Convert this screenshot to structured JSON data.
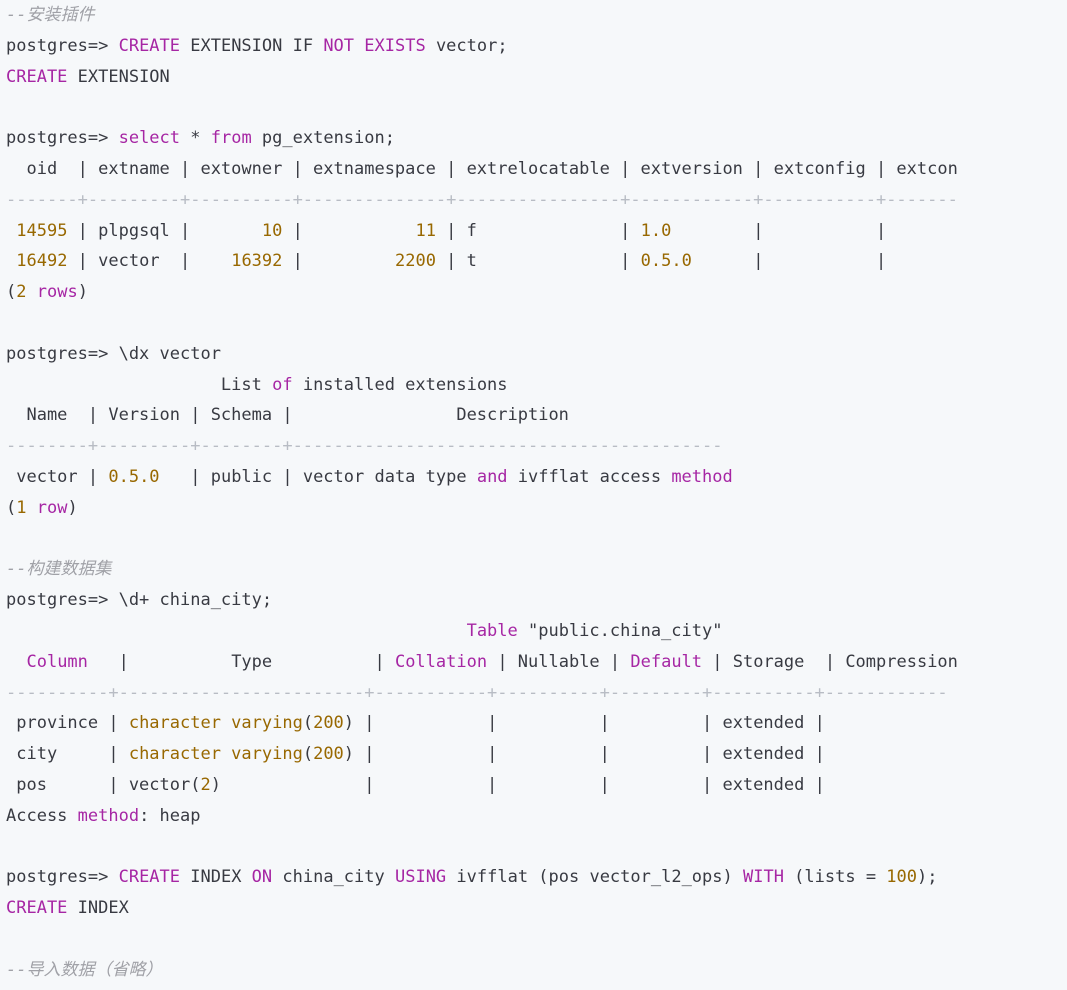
{
  "lines": [
    [
      {
        "t": "--安装插件",
        "c": "c"
      }
    ],
    [
      {
        "t": "postgres=> "
      },
      {
        "t": "CREATE",
        "c": "k"
      },
      {
        "t": " EXTENSION IF "
      },
      {
        "t": "NOT",
        "c": "k"
      },
      {
        "t": " "
      },
      {
        "t": "EXISTS",
        "c": "k"
      },
      {
        "t": " vector;"
      }
    ],
    [
      {
        "t": "CREATE",
        "c": "k"
      },
      {
        "t": " EXTENSION"
      }
    ],
    [],
    [
      {
        "t": "postgres=> "
      },
      {
        "t": "select",
        "c": "k"
      },
      {
        "t": " * "
      },
      {
        "t": "from",
        "c": "k"
      },
      {
        "t": " pg_extension;"
      }
    ],
    [
      {
        "t": "  oid  | extname | extowner | extnamespace | extrelocatable | extversion | extconfig | extcon"
      }
    ],
    [
      {
        "t": "-------+---------+----------+--------------+----------------+------------+-----------+-------",
        "c": "d"
      }
    ],
    [
      {
        "t": " "
      },
      {
        "t": "14595",
        "c": "n"
      },
      {
        "t": " | plpgsql |       "
      },
      {
        "t": "10",
        "c": "n"
      },
      {
        "t": " |           "
      },
      {
        "t": "11",
        "c": "n"
      },
      {
        "t": " | f              | "
      },
      {
        "t": "1.0",
        "c": "n"
      },
      {
        "t": "        |           |"
      }
    ],
    [
      {
        "t": " "
      },
      {
        "t": "16492",
        "c": "n"
      },
      {
        "t": " | vector  |    "
      },
      {
        "t": "16392",
        "c": "n"
      },
      {
        "t": " |         "
      },
      {
        "t": "2200",
        "c": "n"
      },
      {
        "t": " | t              | "
      },
      {
        "t": "0.5.0",
        "c": "n"
      },
      {
        "t": "      |           |"
      }
    ],
    [
      {
        "t": "("
      },
      {
        "t": "2",
        "c": "n"
      },
      {
        "t": " "
      },
      {
        "t": "rows",
        "c": "k"
      },
      {
        "t": ")"
      }
    ],
    [],
    [
      {
        "t": "postgres=> \\dx vector"
      }
    ],
    [
      {
        "t": "                     List "
      },
      {
        "t": "of",
        "c": "k"
      },
      {
        "t": " installed extensions"
      }
    ],
    [
      {
        "t": "  Name  | Version | Schema |                Description"
      }
    ],
    [
      {
        "t": "--------+---------+--------+------------------------------------------",
        "c": "d"
      }
    ],
    [
      {
        "t": " vector | "
      },
      {
        "t": "0.5.0",
        "c": "n"
      },
      {
        "t": "   | public | vector data type "
      },
      {
        "t": "and",
        "c": "k"
      },
      {
        "t": " ivfflat access "
      },
      {
        "t": "method",
        "c": "k"
      }
    ],
    [
      {
        "t": "("
      },
      {
        "t": "1",
        "c": "n"
      },
      {
        "t": " "
      },
      {
        "t": "row",
        "c": "k"
      },
      {
        "t": ")"
      }
    ],
    [],
    [
      {
        "t": "--构建数据集",
        "c": "c"
      }
    ],
    [
      {
        "t": "postgres=> \\d+ china_city;"
      }
    ],
    [
      {
        "t": "                                             "
      },
      {
        "t": "Table",
        "c": "k"
      },
      {
        "t": " \"public.china_city\""
      }
    ],
    [
      {
        "t": "  "
      },
      {
        "t": "Column",
        "c": "k"
      },
      {
        "t": "   |          Type          | "
      },
      {
        "t": "Collation",
        "c": "k"
      },
      {
        "t": " | Nullable | "
      },
      {
        "t": "Default",
        "c": "k"
      },
      {
        "t": " | Storage  | Compression"
      }
    ],
    [
      {
        "t": "----------+------------------------+-----------+----------+---------+----------+------------",
        "c": "d"
      }
    ],
    [
      {
        "t": " province | "
      },
      {
        "t": "character varying",
        "c": "n"
      },
      {
        "t": "("
      },
      {
        "t": "200",
        "c": "n"
      },
      {
        "t": ") |           |          |         | extended |"
      }
    ],
    [
      {
        "t": " city     | "
      },
      {
        "t": "character varying",
        "c": "n"
      },
      {
        "t": "("
      },
      {
        "t": "200",
        "c": "n"
      },
      {
        "t": ") |           |          |         | extended |"
      }
    ],
    [
      {
        "t": " pos      | vector("
      },
      {
        "t": "2",
        "c": "n"
      },
      {
        "t": ")              |           |          |         | extended |"
      }
    ],
    [
      {
        "t": "Access "
      },
      {
        "t": "method",
        "c": "k"
      },
      {
        "t": ": heap"
      }
    ],
    [],
    [
      {
        "t": "postgres=> "
      },
      {
        "t": "CREATE",
        "c": "k"
      },
      {
        "t": " INDEX "
      },
      {
        "t": "ON",
        "c": "k"
      },
      {
        "t": " china_city "
      },
      {
        "t": "USING",
        "c": "k"
      },
      {
        "t": " ivfflat (pos vector_l2_ops) "
      },
      {
        "t": "WITH",
        "c": "k"
      },
      {
        "t": " (lists = "
      },
      {
        "t": "100",
        "c": "n"
      },
      {
        "t": ");"
      }
    ],
    [
      {
        "t": "CREATE",
        "c": "k"
      },
      {
        "t": " INDEX"
      }
    ],
    [],
    [
      {
        "t": "--导入数据（省略）",
        "c": "c"
      }
    ]
  ]
}
